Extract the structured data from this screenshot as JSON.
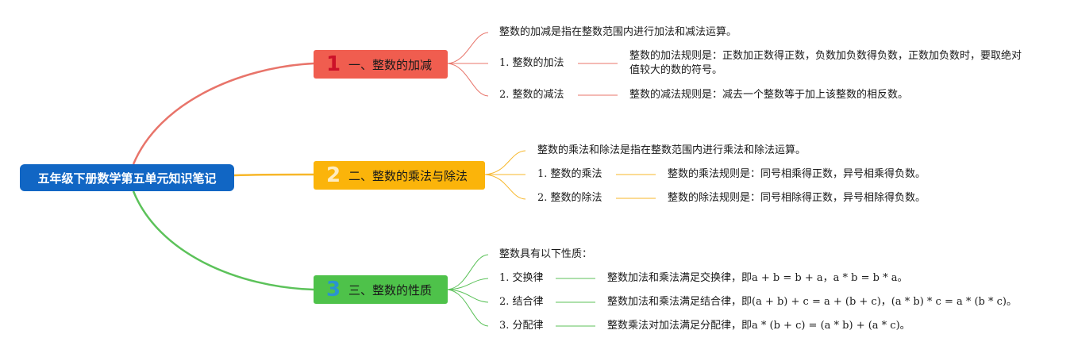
{
  "root": {
    "label": "五年级下册数学第五单元知识笔记"
  },
  "colors": {
    "root": "#1166c4",
    "topic1": "#f05d4f",
    "topic2": "#fbb40a",
    "topic3": "#4ec24a",
    "line1": "#e8746a",
    "line2": "#f7b72a",
    "line3": "#5cc25a"
  },
  "topics": [
    {
      "number": "1",
      "label": "一、整数的加减",
      "intro": "整数的加减是指在整数范围内进行加法和减法运算。",
      "items": [
        {
          "label": "1. 整数的加法",
          "detail": "整数的加法规则是：正数加正数得正数，负数加负数得负数，正数加负数时，要取绝对值较大的数的符号。"
        },
        {
          "label": "2. 整数的减法",
          "detail": "整数的减法规则是：减去一个整数等于加上该整数的相反数。"
        }
      ]
    },
    {
      "number": "2",
      "label": "二、整数的乘法与除法",
      "intro": "整数的乘法和除法是指在整数范围内进行乘法和除法运算。",
      "items": [
        {
          "label": "1. 整数的乘法",
          "detail": "整数的乘法规则是：同号相乘得正数，异号相乘得负数。"
        },
        {
          "label": "2. 整数的除法",
          "detail": "整数的除法规则是：同号相除得正数，异号相除得负数。"
        }
      ]
    },
    {
      "number": "3",
      "label": "三、整数的性质",
      "intro": "整数具有以下性质：",
      "items": [
        {
          "label": "1. 交换律",
          "detail": "整数加法和乘法满足交换律，即a + b = b + a，a * b = b * a。"
        },
        {
          "label": "2. 结合律",
          "detail": "整数加法和乘法满足结合律，即(a + b) + c = a + (b + c)，(a * b) * c = a * (b * c)。"
        },
        {
          "label": "3. 分配律",
          "detail": "整数乘法对加法满足分配律，即a * (b + c) = (a * b) + (a * c)。"
        }
      ]
    }
  ]
}
